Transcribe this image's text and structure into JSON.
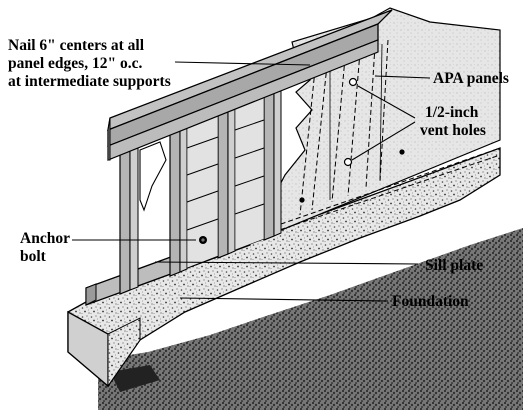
{
  "labels": {
    "nailing_line1": "Nail 6\" centers at all",
    "nailing_line2": "panel edges, 12\" o.c.",
    "nailing_line3": "at intermediate supports",
    "apa_panels": "APA panels",
    "vent_line1": "1/2-inch",
    "vent_line2": "vent holes",
    "anchor_line1": "Anchor",
    "anchor_line2": "bolt",
    "sill_plate": "Sill plate",
    "foundation": "Foundation"
  },
  "colors": {
    "ink": "#000000",
    "panel": "#e4e4e4",
    "concrete": "#dcdcdc",
    "ground": "#555555",
    "background": "#ffffff"
  }
}
